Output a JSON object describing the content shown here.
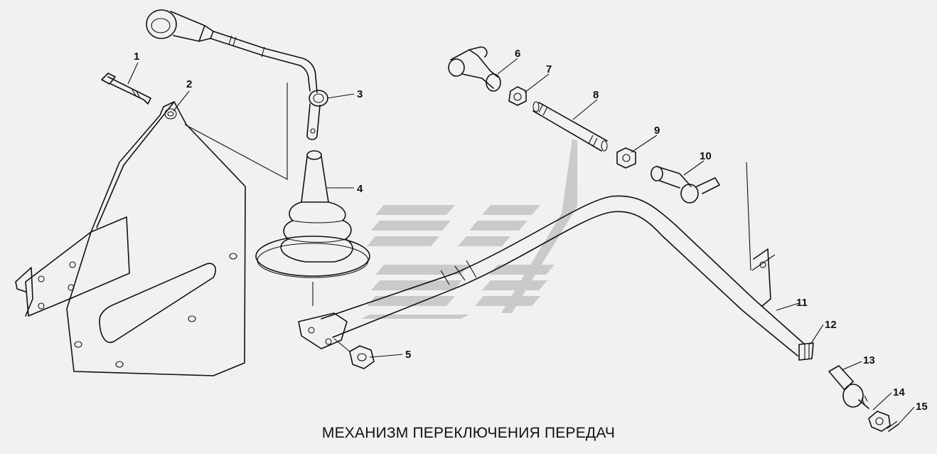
{
  "caption": "МЕХАНИЗМ ПЕРЕКЛЮЧЕНИЯ ПЕРЕДАЧ",
  "callouts": [
    "1",
    "2",
    "3",
    "4",
    "5",
    "6",
    "7",
    "8",
    "9",
    "10",
    "11",
    "12",
    "13",
    "14",
    "15"
  ],
  "colors": {
    "background": "#f1f1f1",
    "line": "#111111",
    "watermark": "#c4c4c4"
  }
}
